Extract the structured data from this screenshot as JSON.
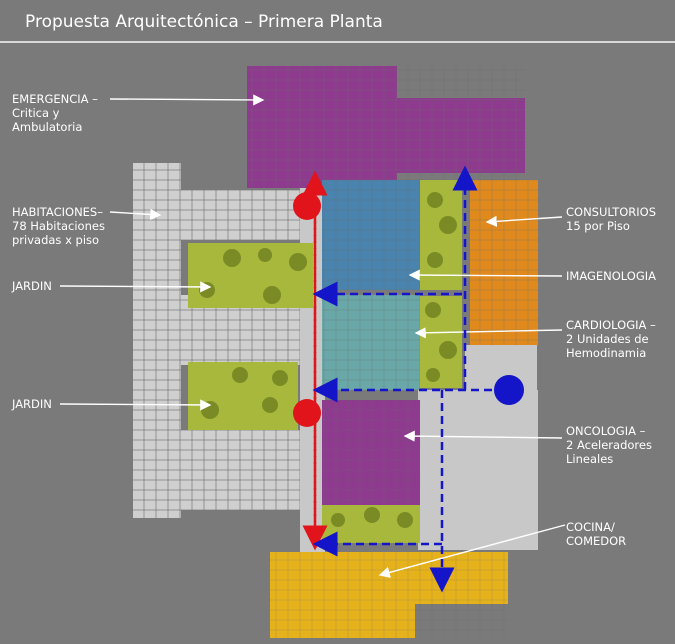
{
  "title": "Propuesta Arquitectónica – Primera Planta",
  "labels": {
    "emergencia": "EMERGENCIA –\nCritica y\nAmbulatoria",
    "habitaciones": "HABITACIONES–\n78 Habitaciones\nprivadas x piso",
    "jardin1": "JARDIN",
    "jardin2": "JARDIN",
    "consultorios": "CONSULTORIOS\n15 por Piso",
    "imagenologia": "IMAGENOLOGIA",
    "cardiologia": "CARDIOLOGIA –\n 2 Unidades de\nHemodinamia",
    "oncologia": "ONCOLOGIA –\n2 Aceleradores\nLineales",
    "cocina": "COCINA/\nCOMEDOR"
  },
  "colors": {
    "emergencia": "#8e3a8e",
    "imagenologia": "#4a83ad",
    "cardiologia": "#6aa7a8",
    "consultorios": "#e08a1e",
    "oncologia": "#8e3a8e",
    "cocina": "#e6b21c",
    "jardin": "#a7b83c",
    "circulation": "#c8c8c8",
    "red_route": "#e0141a",
    "blue_route": "#1414c8"
  }
}
